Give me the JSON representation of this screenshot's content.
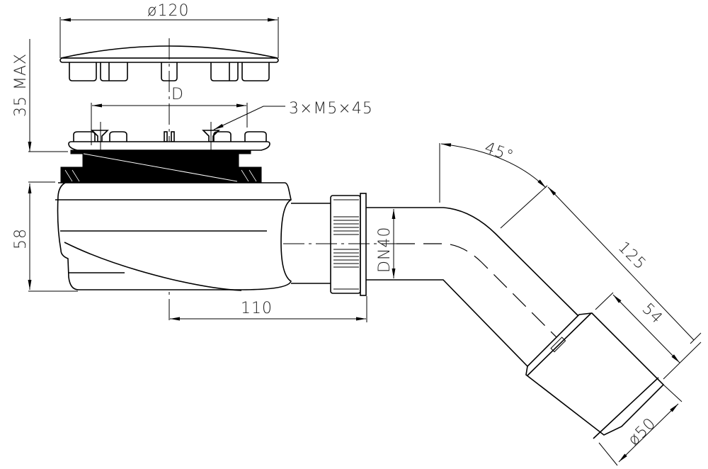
{
  "drawing": {
    "title": "Shower drain waste trap – technical drawing",
    "line_color": "#000000",
    "background": "#ffffff"
  },
  "dimensions": {
    "cover_diameter": "ø120",
    "grate_height": "35 MAX",
    "screw_circle": "D",
    "screws": "3×M5×45",
    "body_height": "58",
    "outlet_offset": "110",
    "outlet_size": "DN40",
    "bend_angle": "45°",
    "bend_length": "125",
    "socket_length": "54",
    "socket_diameter": "ø50"
  }
}
